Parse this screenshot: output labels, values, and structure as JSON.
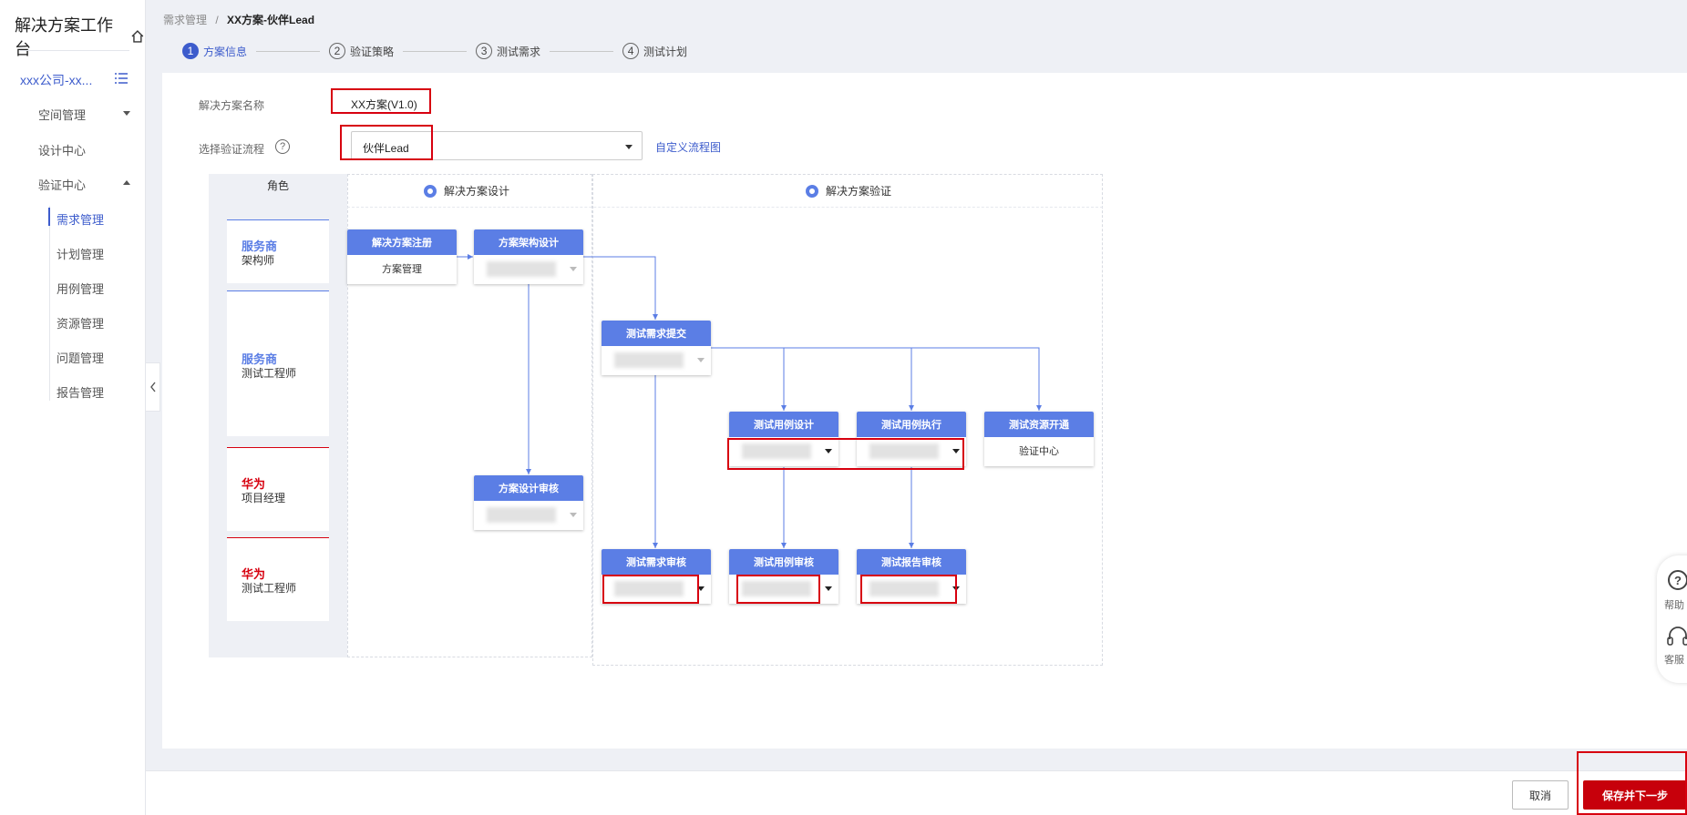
{
  "sidebar": {
    "title": "解决方案工作台",
    "project": "xxx公司-xx...",
    "menu": [
      {
        "label": "空间管理"
      },
      {
        "label": "设计中心"
      },
      {
        "label": "验证中心"
      }
    ],
    "submenu": [
      {
        "label": "需求管理"
      },
      {
        "label": "计划管理"
      },
      {
        "label": "用例管理"
      },
      {
        "label": "资源管理"
      },
      {
        "label": "问题管理"
      },
      {
        "label": "报告管理"
      }
    ]
  },
  "breadcrumb": {
    "parent": "需求管理",
    "separator": "/",
    "current": "XX方案-伙伴Lead"
  },
  "steps": [
    {
      "num": "1",
      "label": "方案信息"
    },
    {
      "num": "2",
      "label": "验证策略"
    },
    {
      "num": "3",
      "label": "测试需求"
    },
    {
      "num": "4",
      "label": "测试计划"
    }
  ],
  "form": {
    "name_label": "解决方案名称",
    "name_value": "XX方案(V1.0)",
    "flow_label": "选择验证流程",
    "help": "?",
    "flow_value": "伙伴Lead",
    "custom_link": "自定义流程图"
  },
  "diagram": {
    "role_header": "角色",
    "phases": [
      "解决方案设计",
      "解决方案验证"
    ],
    "roles": [
      {
        "org": "服务商",
        "name": "架构师"
      },
      {
        "org": "服务商",
        "name": "测试工程师"
      },
      {
        "org": "华为",
        "name": "项目经理"
      },
      {
        "org": "华为",
        "name": "测试工程师"
      }
    ],
    "nodes": [
      {
        "title": "解决方案注册",
        "body": "方案管理"
      },
      {
        "title": "方案架构设计",
        "body": ""
      },
      {
        "title": "测试需求提交",
        "body": ""
      },
      {
        "title": "方案设计审核",
        "body": ""
      },
      {
        "title": "测试用例设计",
        "body": ""
      },
      {
        "title": "测试用例执行",
        "body": ""
      },
      {
        "title": "测试资源开通",
        "body": "验证中心"
      },
      {
        "title": "测试需求审核",
        "body": ""
      },
      {
        "title": "测试用例审核",
        "body": ""
      },
      {
        "title": "测试报告审核",
        "body": ""
      }
    ]
  },
  "float": {
    "help": "帮助",
    "service": "客服"
  },
  "footer": {
    "cancel": "取消",
    "next": "保存并下一步"
  },
  "colors": {
    "primary": "#3d5ccc",
    "node": "#5b7ee5",
    "huawei_red": "#d7000f",
    "next_button": "#c7000b"
  }
}
